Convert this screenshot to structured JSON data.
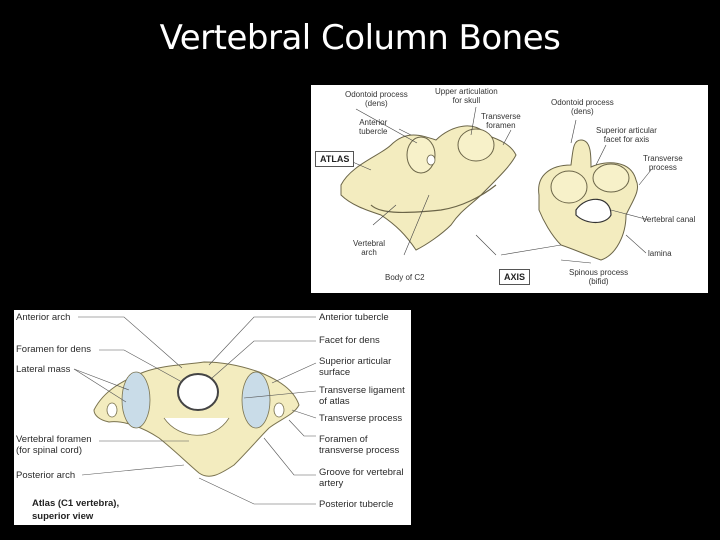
{
  "slide": {
    "title": "Vertebral Column Bones"
  },
  "top_figure": {
    "atlas_box": "ATLAS",
    "axis_box": "AXIS",
    "atlas_labels": {
      "odontoid": "Odontoid process\n(dens)",
      "upper_articulation": "Upper articulation\nfor skull",
      "anterior_tubercle": "Anterior\ntubercle",
      "transverse_foramen": "Transverse\nforamen",
      "vertebral_arch": "Vertebral\narch",
      "body_c2": "Body of C2"
    },
    "axis_labels": {
      "odontoid": "Odontoid process\n(dens)",
      "superior_facet": "Superior articular\nfacet for axis",
      "transverse_process": "Transverse\nprocess",
      "vertebral_canal": "Vertebral canal",
      "lamina": "lamina",
      "spinous_process": "Spinous process\n(bifid)"
    }
  },
  "bottom_figure": {
    "left_labels": [
      "Anterior arch",
      "Foramen for dens",
      "Lateral mass",
      "Vertebral foramen\n(for spinal cord)",
      "Posterior arch"
    ],
    "right_labels": [
      "Anterior tubercle",
      "Facet for dens",
      "Superior articular\nsurface",
      "Transverse ligament\nof atlas",
      "Transverse process",
      "Foramen of\ntransverse process",
      "Groove for vertebral\nartery",
      "Posterior tubercle"
    ],
    "caption": "Atlas (C1 vertebra),\nsuperior view"
  },
  "colors": {
    "background": "#000000",
    "bone": "#f3ecbf",
    "cartilage": "#c9dce8",
    "label_text": "#333333"
  }
}
